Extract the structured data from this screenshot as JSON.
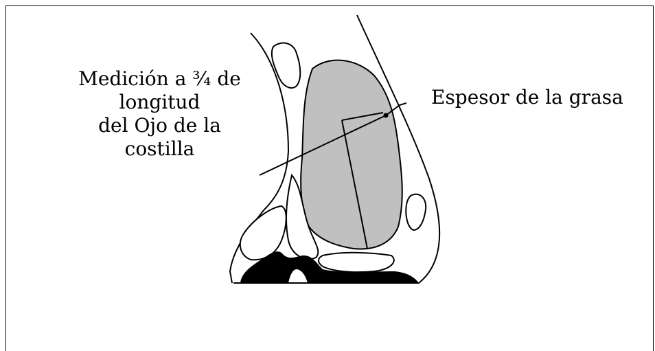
{
  "labels": {
    "measurement": {
      "line1": "Medición a ¾ de",
      "line2": "longitud",
      "line3": "del Ojo de la",
      "line4": "costilla"
    },
    "fat_thickness": "Espesor de la grasa"
  },
  "colors": {
    "rib_eye_fill": "#c0c0c0",
    "fat_black": "#000000",
    "outline": "#000000"
  }
}
